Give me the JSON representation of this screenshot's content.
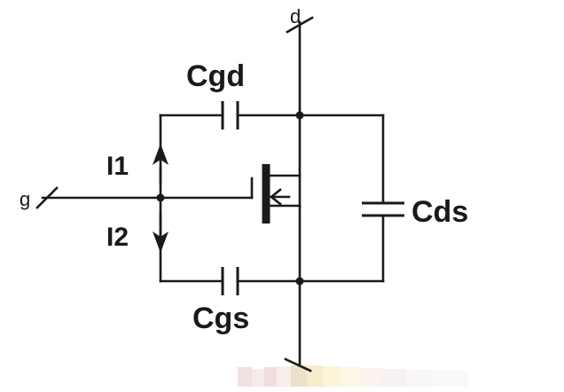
{
  "labels": {
    "drain": "d",
    "gate": "g",
    "cgd": "Cgd",
    "cgs": "Cgs",
    "cds": "Cds",
    "i1": "I1",
    "i2": "I2"
  },
  "colors": {
    "ink": "#1a1a1a",
    "background": "#ffffff"
  }
}
